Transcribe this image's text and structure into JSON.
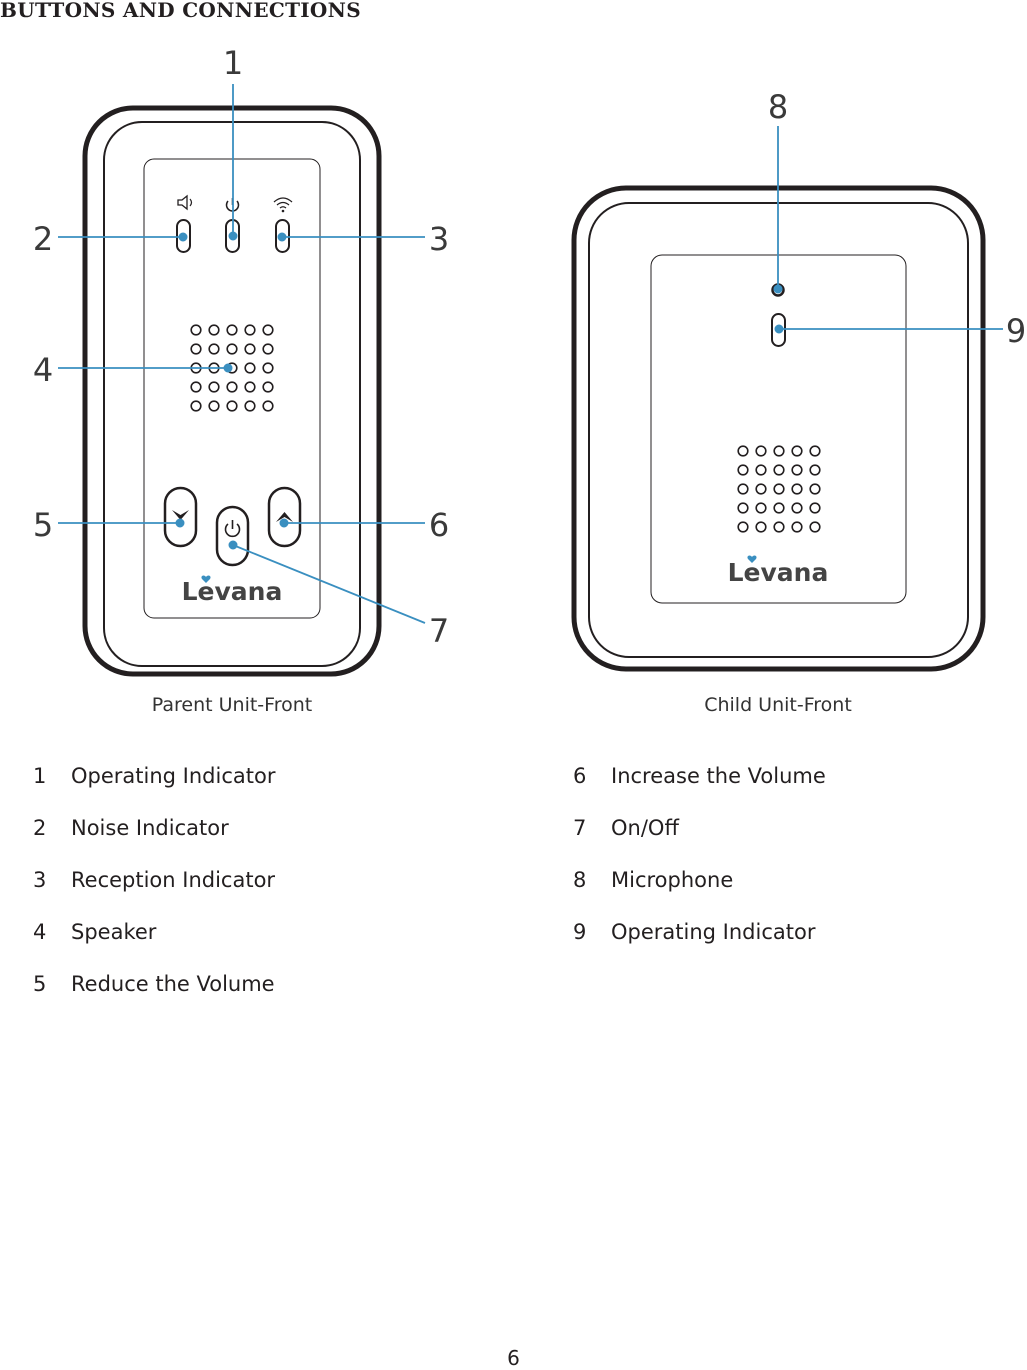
{
  "page_title": "BUTTONS AND CONNECTIONS",
  "callouts": [
    "1",
    "2",
    "3",
    "4",
    "5",
    "6",
    "7",
    "8",
    "9"
  ],
  "captions": {
    "parent": "Parent Unit-Front",
    "child": "Child Unit-Front"
  },
  "brand_logo": "Levana",
  "legend": {
    "left": [
      {
        "num": "1",
        "label": "Operating Indicator"
      },
      {
        "num": "2",
        "label": "Noise Indicator"
      },
      {
        "num": "3",
        "label": "Reception Indicator"
      },
      {
        "num": "4",
        "label": "Speaker"
      },
      {
        "num": "5",
        "label": "Reduce the Volume"
      }
    ],
    "right": [
      {
        "num": "6",
        "label": "Increase the Volume"
      },
      {
        "num": "7",
        "label": "On/Off"
      },
      {
        "num": "8",
        "label": "Microphone"
      },
      {
        "num": "9",
        "label": "Operating Indicator"
      }
    ]
  },
  "page_number": "6",
  "colors": {
    "callout_line": "#3a8fc0",
    "outline": "#231f20",
    "accent_heart": "#3a8fc0"
  }
}
